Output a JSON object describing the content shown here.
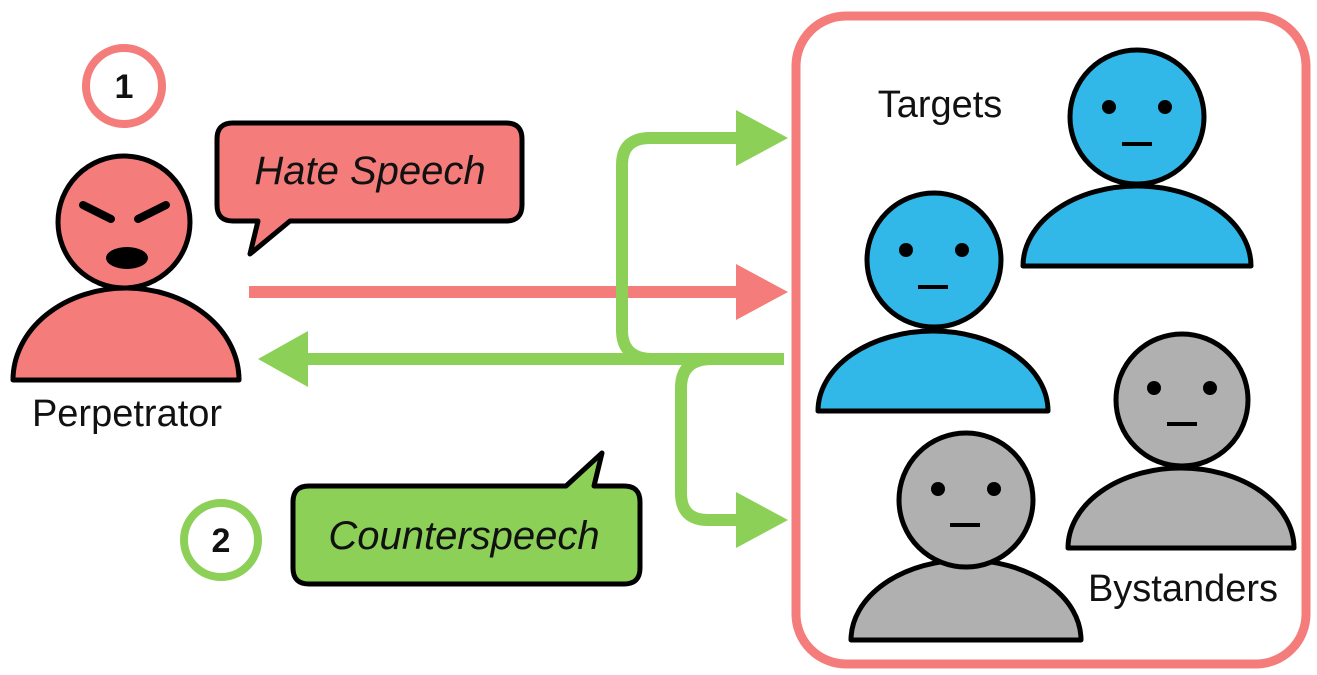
{
  "markers": {
    "step_1": "1",
    "step_2": "2"
  },
  "speech": {
    "hate": "Hate Speech",
    "counter": "Counterspeech"
  },
  "labels": {
    "perpetrator": "Perpetrator",
    "targets": "Targets",
    "bystanders": "Bystanders"
  },
  "colors": {
    "hate_red": "#f47c7a",
    "counter_green": "#8cd058",
    "target_blue": "#32b8e8",
    "bystander_gray": "#b0b0b0",
    "outline": "#000000"
  },
  "icons": {
    "perpetrator": "angry-face-person-icon",
    "targets": "neutral-face-person-icon",
    "bystanders": "neutral-face-person-icon"
  }
}
